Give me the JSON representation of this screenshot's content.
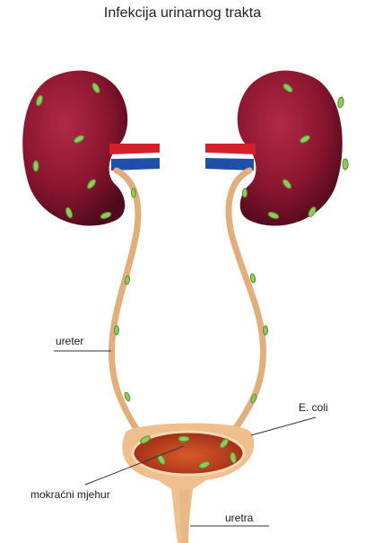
{
  "title": "Infekcija urinarnog trakta",
  "labels": {
    "ureter": "ureter",
    "ecoli": "E. coli",
    "bladder": "mokraćni mjehur",
    "urethra": "uretra"
  },
  "colors": {
    "kidney": "#8a1530",
    "kidney_dark": "#4f0a1c",
    "artery": "#d4202a",
    "vein": "#1f4fa8",
    "tube": "#e8b888",
    "bladder_wall": "#efc08e",
    "bladder_inner": "#b83a1e",
    "bacteria": "#8fca5a"
  }
}
